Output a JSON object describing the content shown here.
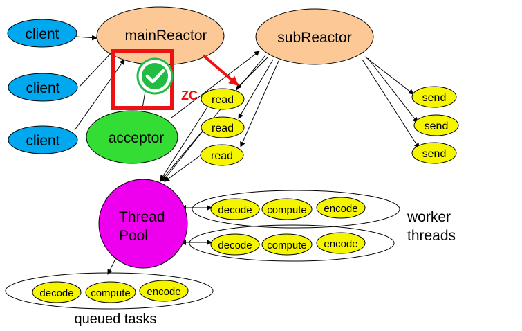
{
  "nodes": {
    "client_1": "client",
    "client_2": "client",
    "client_3": "client",
    "main_reactor": "mainReactor",
    "sub_reactor": "subReactor",
    "acceptor": "acceptor",
    "read_1": "read",
    "read_2": "read",
    "read_3": "read",
    "send_1": "send",
    "send_2": "send",
    "send_3": "send",
    "thread_pool_line1": "Thread",
    "thread_pool_line2": "Pool"
  },
  "worker_row_1": [
    "decode",
    "compute",
    "encode"
  ],
  "worker_row_2": [
    "decode",
    "compute",
    "encode"
  ],
  "queued_row": [
    "decode",
    "compute",
    "encode"
  ],
  "labels": {
    "worker_threads_line1": "worker",
    "worker_threads_line2": "threads",
    "queued_tasks": "queued tasks",
    "annotation": "ZC"
  },
  "colors": {
    "client": "#00a8f0",
    "reactor": "#fcc896",
    "acceptor": "#33dd33",
    "task": "#f5f500",
    "thread_pool": "#ee00ee",
    "highlight": "#ee1111",
    "check": "#22bb44"
  }
}
